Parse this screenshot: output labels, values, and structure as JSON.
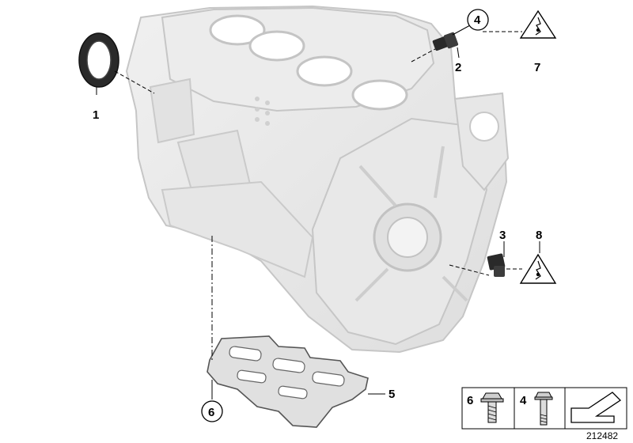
{
  "callouts": {
    "c1": "1",
    "c2": "2",
    "c3": "3",
    "c4": "4",
    "c5": "5",
    "c6": "6",
    "c7": "7",
    "c8": "8"
  },
  "legend": {
    "item_a": "6",
    "item_b": "4"
  },
  "diagram_code": "212482",
  "colors": {
    "block_fill": "#e9e9e9",
    "block_stroke": "#c8c8c8",
    "part_dark": "#2a2a2a",
    "leader": "#000000"
  }
}
